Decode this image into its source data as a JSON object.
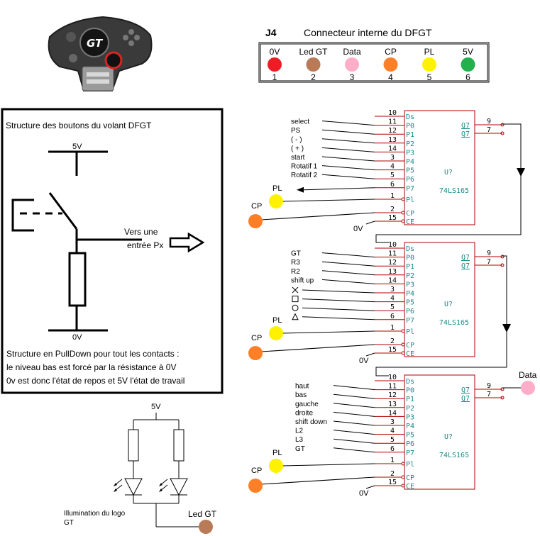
{
  "connector": {
    "ref": "J4",
    "title": "Connecteur interne du DFGT",
    "pins": [
      {
        "label": "0V",
        "num": "1",
        "color": "#ee1c24"
      },
      {
        "label": "Led GT",
        "num": "2",
        "color": "#b97a57"
      },
      {
        "label": "Data",
        "num": "3",
        "color": "#ffaec9"
      },
      {
        "label": "CP",
        "num": "4",
        "color": "#ff7f27"
      },
      {
        "label": "PL",
        "num": "5",
        "color": "#fff200"
      },
      {
        "label": "5V",
        "num": "6",
        "color": "#22b14c"
      }
    ]
  },
  "structure": {
    "title": "Structure des boutons du volant DFGT",
    "vcc": "5V",
    "gnd": "0V",
    "arrow_text_1": "Vers une",
    "arrow_text_2": "entrée Px",
    "note_1": "Structure en PullDown pour tout les contacts :",
    "note_2": "le niveau bas est forcé par la résistance à 0V",
    "note_3": "0v est donc l'état de repos et 5V l'état de travail"
  },
  "led_circuit": {
    "vcc": "5V",
    "caption_1": "Illumination du logo",
    "caption_2": "GT",
    "output": "Led GT"
  },
  "chips": [
    {
      "name": "U?",
      "part": "74LS165",
      "inputs": [
        "select",
        "PS",
        "( - )",
        "( + )",
        "start",
        "Rotatif 1",
        "Rotatif 2",
        ""
      ],
      "pl": "PL",
      "cp": "CP",
      "gnd": "0V"
    },
    {
      "name": "U?",
      "part": "74LS165",
      "inputs": [
        "GT",
        "R3",
        "R2",
        "shift up",
        "",
        "",
        "",
        ""
      ],
      "pl": "PL",
      "cp": "CP",
      "gnd": "0V"
    },
    {
      "name": "U?",
      "part": "74LS165",
      "inputs": [
        "haut",
        "bas",
        "gauche",
        "droite",
        "shift down",
        "L2",
        "L3",
        "GT"
      ],
      "pl": "PL",
      "cp": "CP",
      "gnd": "0V"
    }
  ],
  "chip_pins": {
    "ds": {
      "name": "Ds",
      "num": "10"
    },
    "p": [
      {
        "name": "P0",
        "num": "11"
      },
      {
        "name": "P1",
        "num": "12"
      },
      {
        "name": "P2",
        "num": "13"
      },
      {
        "name": "P3",
        "num": "14"
      },
      {
        "name": "P4",
        "num": "3"
      },
      {
        "name": "P5",
        "num": "4"
      },
      {
        "name": "P6",
        "num": "5"
      },
      {
        "name": "P7",
        "num": "6"
      }
    ],
    "pl": {
      "name": "Pl",
      "num": "1"
    },
    "cp": {
      "name": "CP",
      "num": "2"
    },
    "ce": {
      "name": "CE",
      "num": "15"
    },
    "q7": {
      "name": "Q7",
      "num": "9"
    },
    "q7n": {
      "name": "Q7",
      "num": "7"
    }
  },
  "data_output": "Data",
  "icons": {
    "wheel": "steering-wheel-icon",
    "cross": "cross-icon",
    "square": "square-icon",
    "circle": "circle-icon",
    "triangle": "triangle-icon"
  }
}
